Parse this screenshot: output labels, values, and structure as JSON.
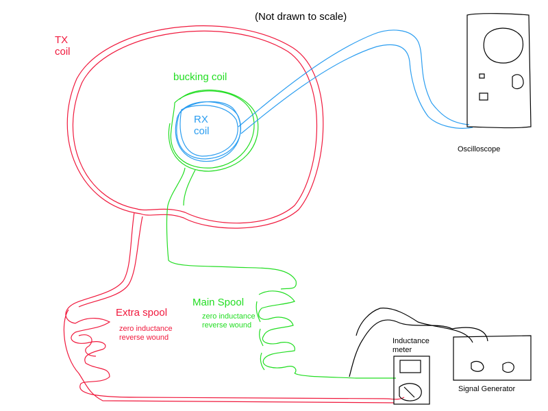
{
  "title": "(Not drawn to scale)",
  "labels": {
    "tx_coil": [
      "TX",
      "coil"
    ],
    "bucking_coil": "bucking coil",
    "rx_coil": [
      "RX",
      "coil"
    ],
    "oscilloscope": "Oscilloscope",
    "extra_spool": "Extra spool",
    "extra_spool_note": [
      "zero inductance",
      "reverse wound"
    ],
    "main_spool": "Main Spool",
    "main_spool_note": [
      "zero inductance",
      "reverse wound"
    ],
    "inductance_meter": [
      "Inductance",
      "meter"
    ],
    "signal_generator": "Signal Generator"
  },
  "colors": {
    "red": "#f0183c",
    "green": "#22dd22",
    "blue": "#2a9df0",
    "black": "#000000"
  }
}
